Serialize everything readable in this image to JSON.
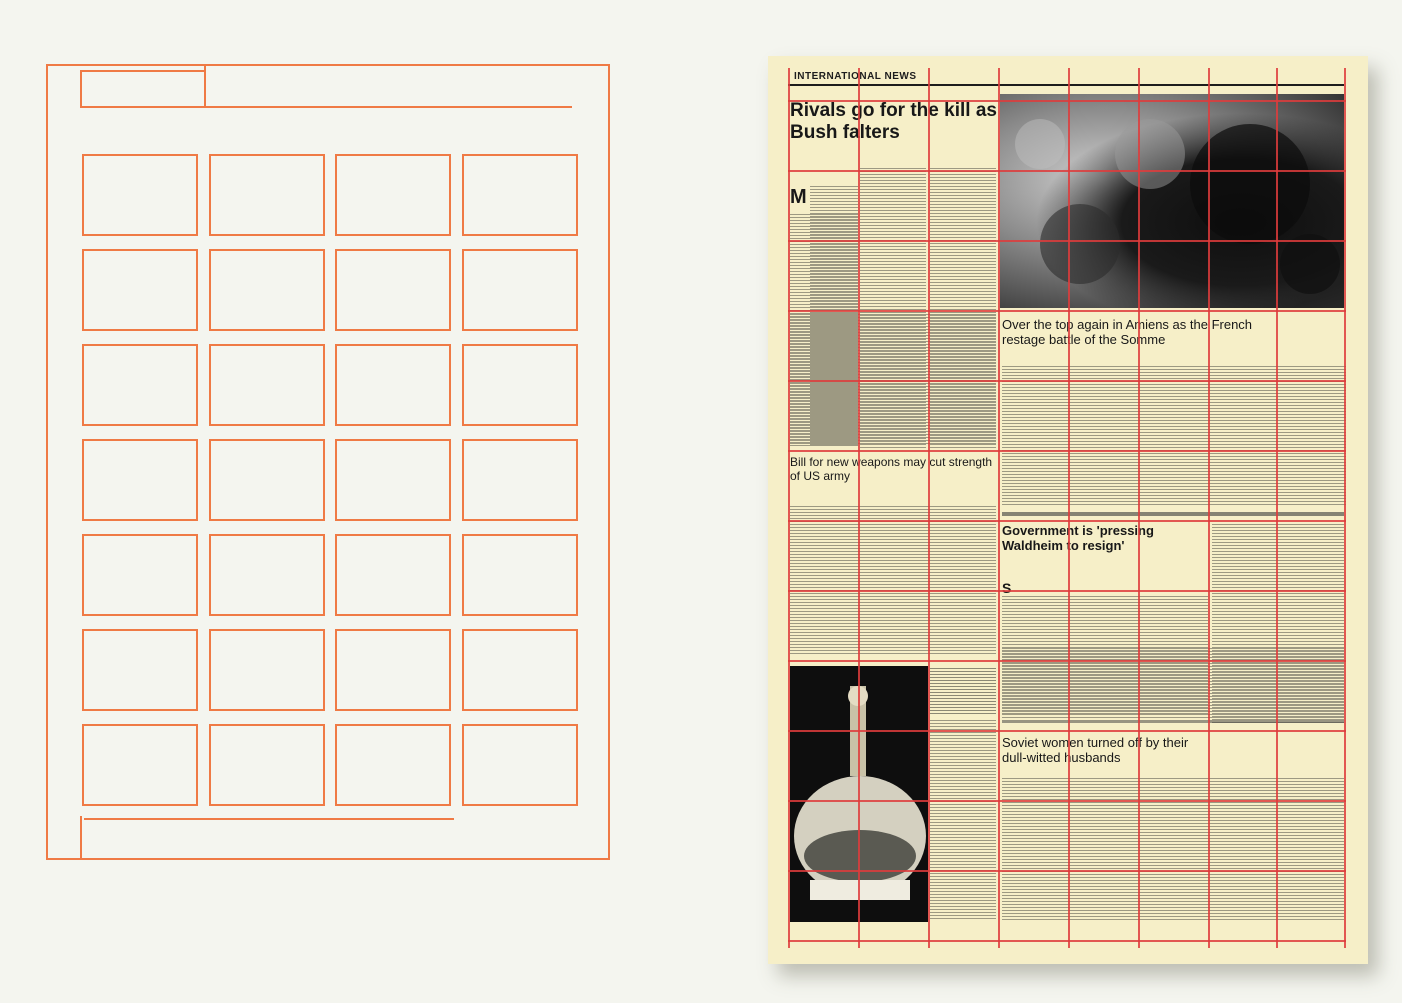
{
  "colors": {
    "grid_orange": "#ef7a45",
    "grid_red": "#de3c3c",
    "paper": "#f6efc8",
    "background": "#f4f5ef"
  },
  "left_diagram": {
    "columns": 4,
    "rows": 7
  },
  "newspaper": {
    "section_label": "INTERNATIONAL NEWS",
    "headline_main": "Rivals go for the kill as Bush falters",
    "dropcap_main": "M",
    "headline_somme": "Over the top again in Amiens as the French restage battle of the Somme",
    "headline_weapons": "Bill for new weapons may cut strength of US army",
    "headline_waldheim": "Government is 'pressing Waldheim to resign'",
    "dropcap_waldheim": "S",
    "headline_soviet": "Soviet women turned off by their dull-witted husbands"
  }
}
